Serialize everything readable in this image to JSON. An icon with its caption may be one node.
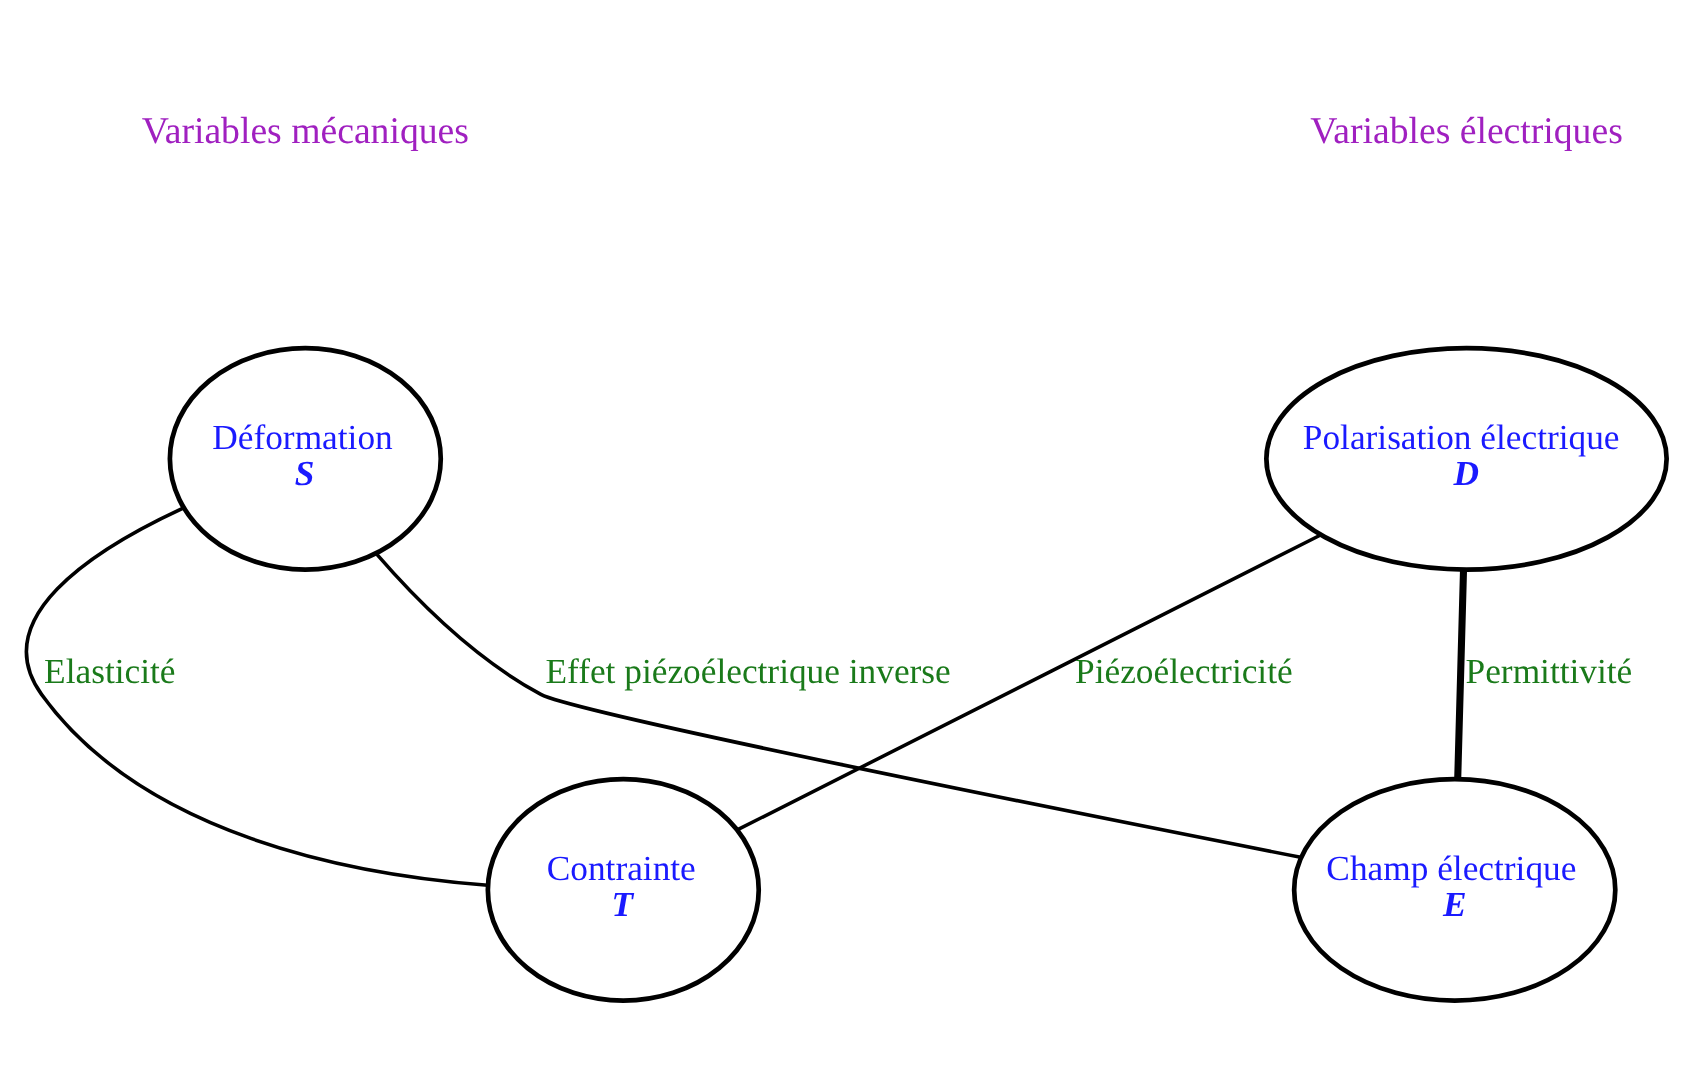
{
  "diagram": {
    "nodes": [
      {
        "text": [
          "Déformation",
          "S"
        ]
      },
      {
        "text": [
          "Polarisation électrique",
          "D"
        ]
      },
      {
        "text": [
          "Contrainte",
          "T"
        ]
      },
      {
        "text": [
          "Champ électrique",
          "E"
        ]
      }
    ],
    "edges": [
      {
        "from": 0,
        "to": 2,
        "arrow": "none",
        "label": "Elasticité"
      },
      {
        "from": 2,
        "to": 1,
        "arrow": "none",
        "label": "Piézoélectricité"
      },
      {
        "from": 0,
        "to": 3,
        "arrow": "none",
        "label": "Effet piézoélectrique inverse"
      },
      {
        "from": 1,
        "to": 3,
        "arrow": "none",
        "label": "Permittivité",
        "style": "thick"
      }
    ],
    "labels": [
      "Variables mécaniques",
      "Variables électriques"
    ]
  }
}
